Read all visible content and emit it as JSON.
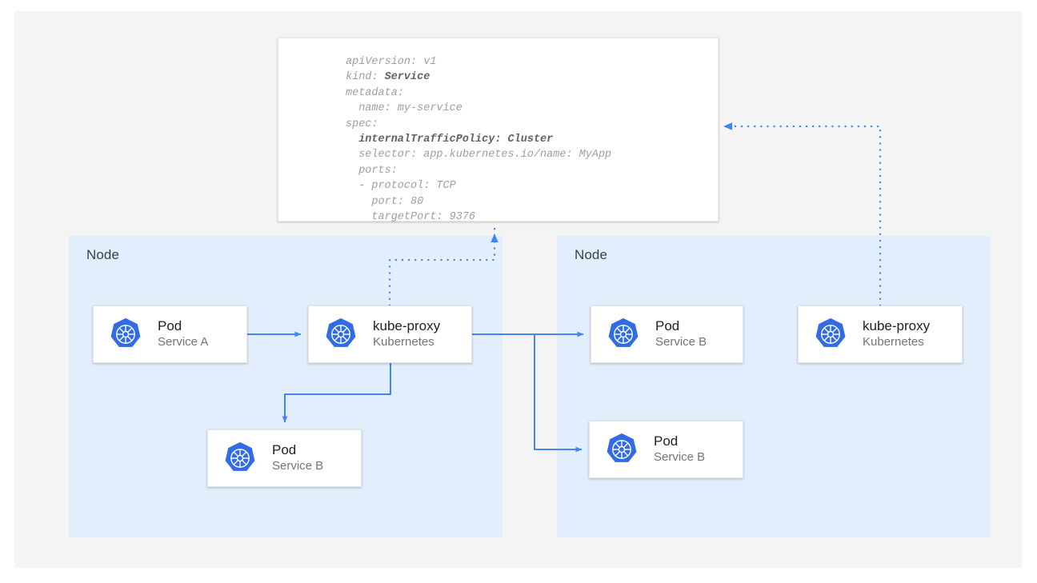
{
  "diagram": {
    "title": "Kubernetes Service internalTrafficPolicy: Cluster traffic routing",
    "colors": {
      "page_background": "#ffffff",
      "canvas_background": "#f4f4f5",
      "node_background": "#e2eefc",
      "card_background": "#ffffff",
      "arrow_blue": "#4285f4",
      "dotted_blue": "#4285f4",
      "k8s_logo_blue": "#326ce5",
      "title_text": "#202124",
      "subtitle_text": "#70757a",
      "code_text": "#9aa0a6",
      "code_bold_text": "#5f6368"
    }
  },
  "yaml_panel": {
    "name": "service-manifest",
    "lines": [
      {
        "text": "apiVersion: v1",
        "bold": false
      },
      {
        "text": "kind: ",
        "bold_suffix": "Service"
      },
      {
        "text": "metadata:",
        "bold": false
      },
      {
        "text": "  name: my-service",
        "bold": false
      },
      {
        "text": "spec:",
        "bold": false
      },
      {
        "text": "  internalTrafficPolicy: Cluster",
        "bold": true
      },
      {
        "text": "  selector: app.kubernetes.io/name: MyApp",
        "bold": false
      },
      {
        "text": "  ports:",
        "bold": false
      },
      {
        "text": "  - protocol: TCP",
        "bold": false
      },
      {
        "text": "    port: 80",
        "bold": false
      },
      {
        "text": "    targetPort: 9376",
        "bold": false
      }
    ],
    "full_text": "apiVersion: v1\nkind: Service\nmetadata:\n  name: my-service\nspec:\n  internalTrafficPolicy: Cluster\n  selector: app.kubernetes.io/name: MyApp\n  ports:\n  - protocol: TCP\n    port: 80\n    targetPort: 9376",
    "fields": {
      "apiVersion": "v1",
      "kind": "Service",
      "metadata_name": "my-service",
      "internalTrafficPolicy": "Cluster",
      "selector": "app.kubernetes.io/name: MyApp",
      "protocol": "TCP",
      "port": "80",
      "targetPort": "9376"
    }
  },
  "nodes": [
    {
      "id": "node-left",
      "label": "Node"
    },
    {
      "id": "node-right",
      "label": "Node"
    }
  ],
  "cards": {
    "pod_a": {
      "title": "Pod",
      "subtitle": "Service A",
      "icon": "kubernetes-icon"
    },
    "kube_proxy_l": {
      "title": "kube-proxy",
      "subtitle": "Kubernetes",
      "icon": "kubernetes-icon"
    },
    "pod_b_local": {
      "title": "Pod",
      "subtitle": "Service B",
      "icon": "kubernetes-icon"
    },
    "pod_b_r_top": {
      "title": "Pod",
      "subtitle": "Service B",
      "icon": "kubernetes-icon"
    },
    "pod_b_r_bot": {
      "title": "Pod",
      "subtitle": "Service B",
      "icon": "kubernetes-icon"
    },
    "kube_proxy_r": {
      "title": "kube-proxy",
      "subtitle": "Kubernetes",
      "icon": "kubernetes-icon"
    }
  },
  "connectors": [
    {
      "name": "pod-a-to-kube-proxy",
      "style": "solid",
      "from": "pod_a",
      "to": "kube_proxy_l"
    },
    {
      "name": "kube-proxy-to-local-pod-b",
      "style": "solid",
      "from": "kube_proxy_l",
      "to": "pod_b_local"
    },
    {
      "name": "kube-proxy-to-remote-pod-b-top",
      "style": "solid",
      "from": "kube_proxy_l",
      "to": "pod_b_r_top"
    },
    {
      "name": "kube-proxy-to-remote-pod-b-bot",
      "style": "solid",
      "from": "kube_proxy_l",
      "to": "pod_b_r_bot"
    },
    {
      "name": "kube-proxy-l-to-manifest",
      "style": "dotted",
      "from": "kube_proxy_l",
      "to": "yaml_panel"
    },
    {
      "name": "kube-proxy-r-to-manifest",
      "style": "dotted",
      "from": "kube_proxy_r",
      "to": "yaml_panel"
    }
  ]
}
